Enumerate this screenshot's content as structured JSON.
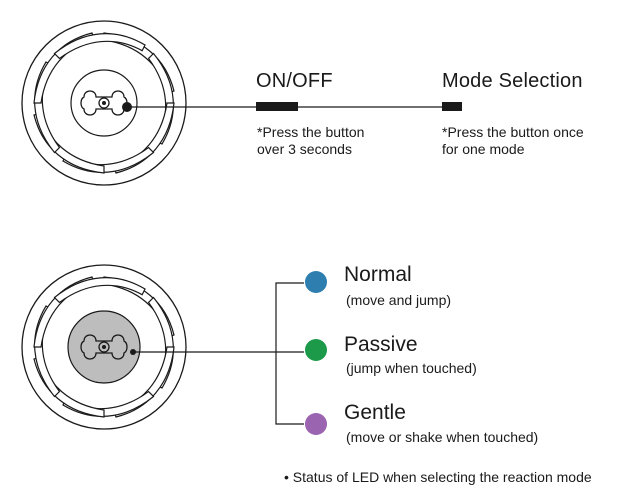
{
  "controls": {
    "onoff": {
      "title": "ON/OFF",
      "note_line1": "*Press the button",
      "note_line2": "over 3 seconds"
    },
    "mode": {
      "title": "Mode Selection",
      "note_line1": "*Press the button once",
      "note_line2": "for one mode"
    }
  },
  "modes": [
    {
      "name": "Normal",
      "desc": "(move and jump)",
      "color": "#2e7fb0"
    },
    {
      "name": "Passive",
      "desc": "(jump when touched)",
      "color": "#1c9a4a"
    },
    {
      "name": "Gentle",
      "desc": "(move or shake when touched)",
      "color": "#9a64b0"
    }
  ],
  "footer": {
    "bullet": "•",
    "text": "Status of LED when selecting the reaction mode"
  },
  "colors": {
    "line": "#1a1a1a",
    "hub_fill": "#bdbdbd"
  }
}
